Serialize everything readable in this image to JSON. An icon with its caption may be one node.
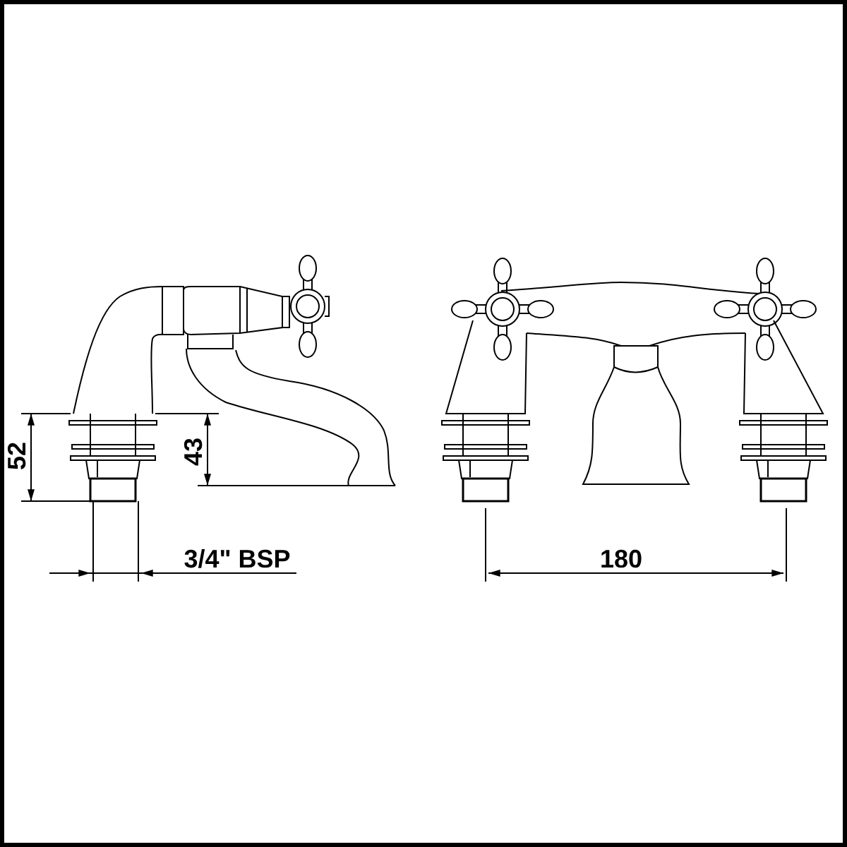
{
  "diagram": {
    "labels": [
      "52",
      "43",
      "3/4\" BSP",
      "180"
    ]
  }
}
